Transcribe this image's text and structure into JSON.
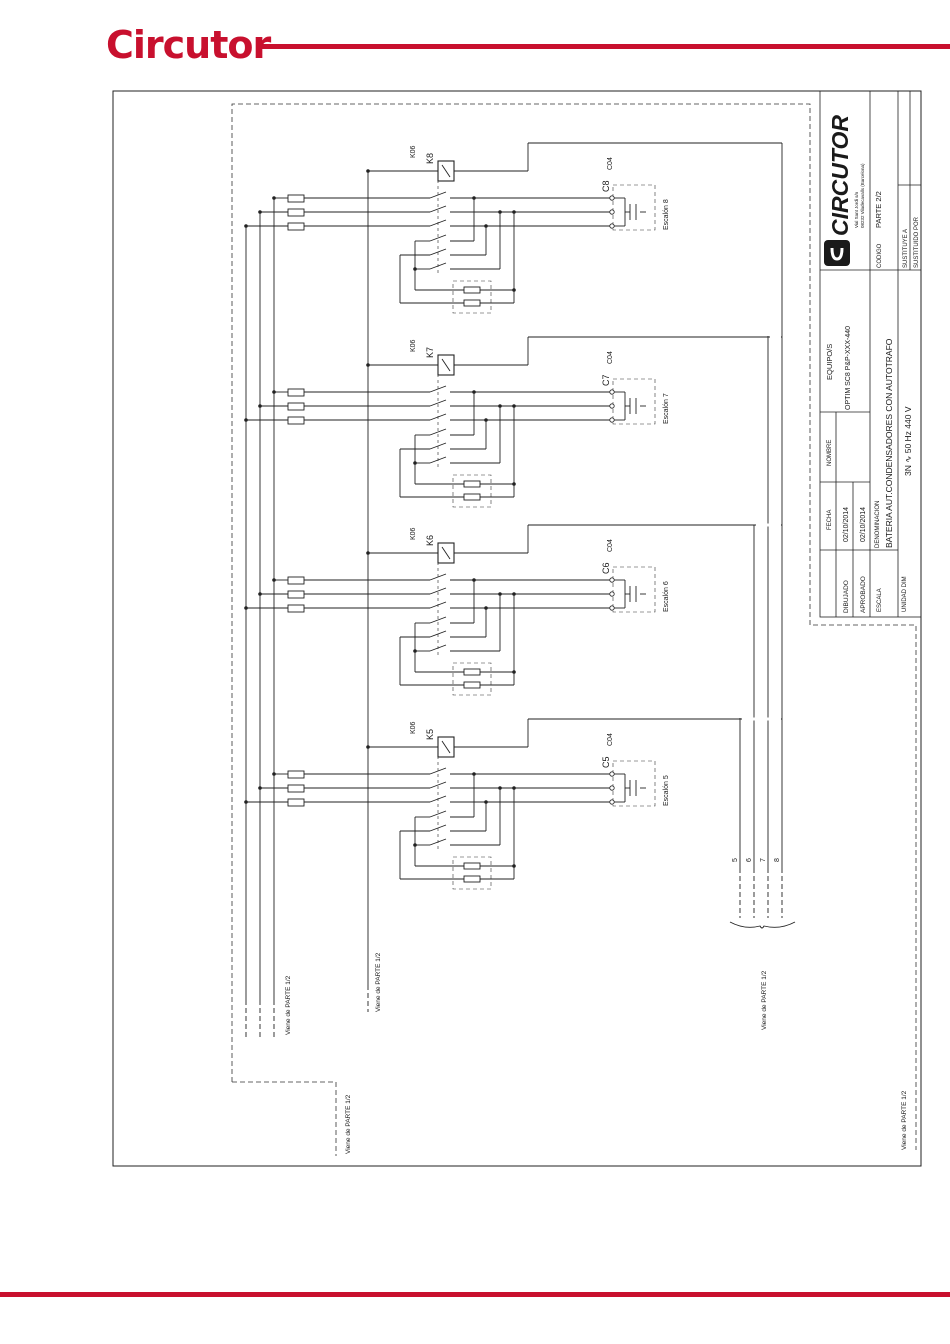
{
  "brand": {
    "logo_text": "Circutor",
    "accent": "#c8102e"
  },
  "title_block": {
    "logo": "CIRCUTOR",
    "address_line1": "Vial Sant Jordi s/n",
    "address_line2": "08232 Viladecavalls (Barcelona)",
    "equipos_label": "EQUIPO/S",
    "equipo_value": "OPTIM SC8 P&P-XXX-440",
    "fecha_label": "FECHA",
    "nombre_label": "NOMBRE",
    "dibujado_label": "DIBUJADO",
    "dibujado_fecha": "02/10/2014",
    "aprobado_label": "APROBADO",
    "aprobado_fecha": "02/10/2014",
    "denominacion_label": "DENOMINACION",
    "denominacion_value": "BATERIA AUT.CONDENSADORES CON AUTOTRAFO",
    "spec": "3N ∿ 50 Hz 440 V",
    "escala_label": "ESCALA",
    "unidad_label": "UNIDAD DIM",
    "codigo_label": "CODIGO",
    "parte": "PARTE 2/2",
    "sustituye_label": "SUSTITUYE A",
    "sustituido_label": "SUSTITUIDO POR"
  },
  "steps": [
    {
      "contactor": "K5",
      "ref": "K06",
      "cap": "C5",
      "cap_ref": "C04",
      "label": "Escalón 5",
      "wire": "5"
    },
    {
      "contactor": "K6",
      "ref": "K06",
      "cap": "C6",
      "cap_ref": "C04",
      "label": "Escalón 6",
      "wire": "6"
    },
    {
      "contactor": "K7",
      "ref": "K06",
      "cap": "C7",
      "cap_ref": "C04",
      "label": "Escalón 7",
      "wire": "7"
    },
    {
      "contactor": "K8",
      "ref": "K06",
      "cap": "C8",
      "cap_ref": "C04",
      "label": "Escalón 8",
      "wire": "8"
    }
  ],
  "notes": {
    "viene_power": "Viene de PARTE 1/2",
    "viene_control": "Viene de PARTE 1/2",
    "viene_bottom": "Viene de PARTE 1/2",
    "viene_wires": "Viene de PARTE 1/2",
    "viene_right": "Viene de PARTE 1/2"
  }
}
